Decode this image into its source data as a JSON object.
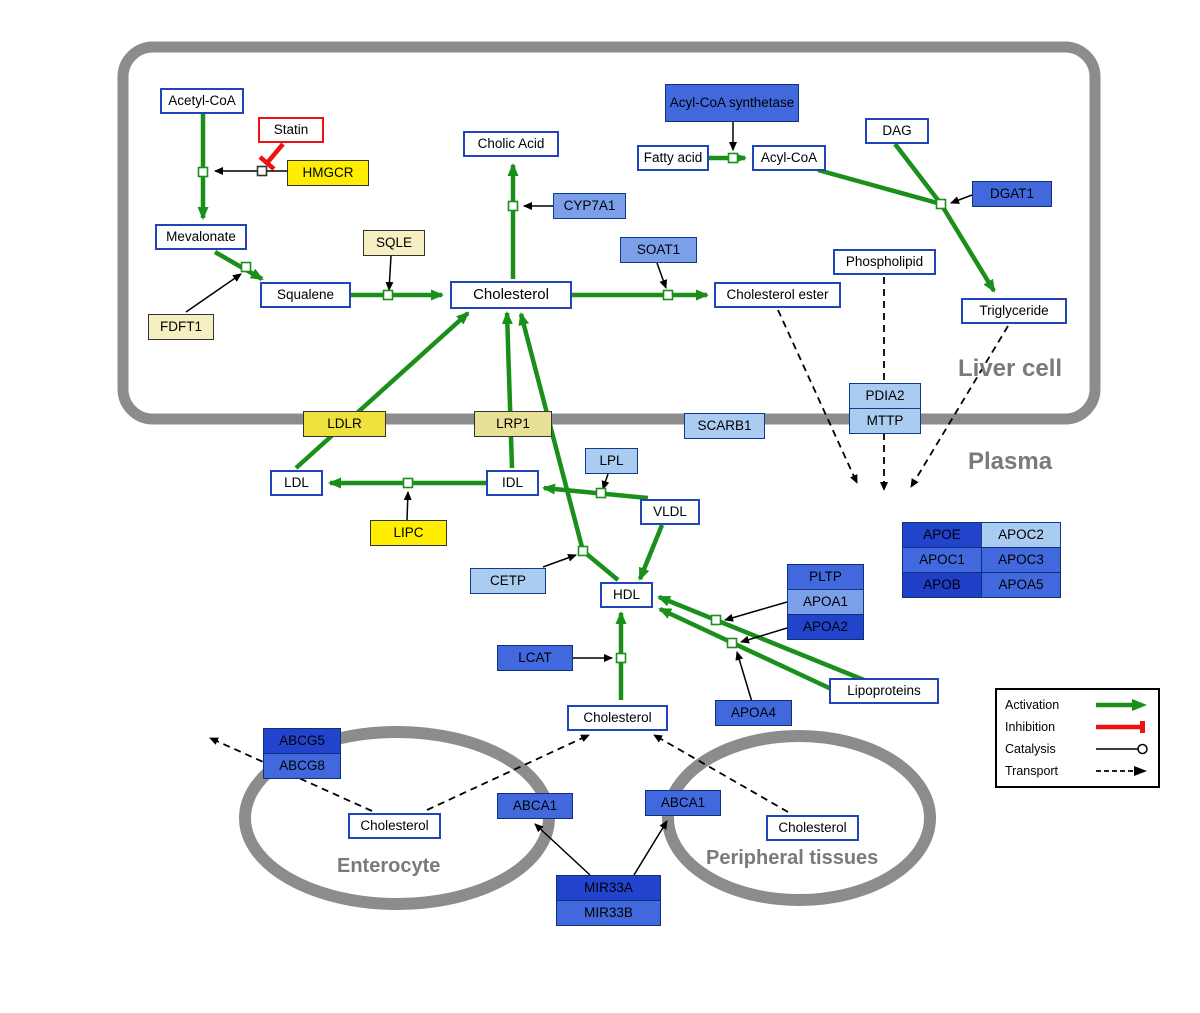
{
  "compartments": {
    "liver": "Liver cell",
    "plasma": "Plasma",
    "enterocyte": "Enterocyte",
    "peripheral": "Peripheral tissues"
  },
  "legend": {
    "activation": "Activation",
    "inhibition": "Inhibition",
    "catalysis": "Catalysis",
    "transport": "Transport"
  },
  "colors": {
    "activation_green": "#1a8f1a",
    "inhibition_red": "#ee1111",
    "metabolite_border_blue": "#2244bb",
    "membrane_gray": "#8c8c8c",
    "gene_yellow": "#ffee00",
    "gene_muted_yellow": "#f0e23c",
    "gene_pale_yellow": "#f5efc2",
    "gene_khaki": "#e8e094",
    "gene_blue_light": "#aaccf0",
    "gene_blue_midlight": "#7b9fe8",
    "gene_blue_mid": "#4169dd",
    "gene_blue_dark": "#2244cc"
  },
  "nodes": {
    "acetyl_coa": {
      "label": "Acetyl-CoA"
    },
    "statin": {
      "label": "Statin"
    },
    "hmgcr": {
      "label": "HMGCR"
    },
    "mevalonate": {
      "label": "Mevalonate"
    },
    "fdft1": {
      "label": "FDFT1"
    },
    "squalene": {
      "label": "Squalene"
    },
    "sqle": {
      "label": "SQLE"
    },
    "cholic_acid": {
      "label": "Cholic Acid"
    },
    "cyp7a1": {
      "label": "CYP7A1"
    },
    "cholesterol_liver": {
      "label": "Cholesterol"
    },
    "soat1": {
      "label": "SOAT1"
    },
    "cholesterol_ester": {
      "label": "Cholesterol ester"
    },
    "acyl_coa_synthetase": {
      "label": "Acyl-CoA synthetase"
    },
    "fatty_acid": {
      "label": "Fatty acid"
    },
    "acyl_coa": {
      "label": "Acyl-CoA"
    },
    "dag": {
      "label": "DAG"
    },
    "dgat1": {
      "label": "DGAT1"
    },
    "phospholipid": {
      "label": "Phospholipid"
    },
    "triglyceride": {
      "label": "Triglyceride"
    },
    "pdia2": {
      "label": "PDIA2"
    },
    "mttp": {
      "label": "MTTP"
    },
    "scarb1": {
      "label": "SCARB1"
    },
    "ldlr": {
      "label": "LDLR"
    },
    "lrp1": {
      "label": "LRP1"
    },
    "ldl": {
      "label": "LDL"
    },
    "idl": {
      "label": "IDL"
    },
    "lpl": {
      "label": "LPL"
    },
    "vldl": {
      "label": "VLDL"
    },
    "lipc": {
      "label": "LIPC"
    },
    "cetp": {
      "label": "CETP"
    },
    "hdl": {
      "label": "HDL"
    },
    "pltp": {
      "label": "PLTP"
    },
    "apoa1": {
      "label": "APOA1"
    },
    "apoa2": {
      "label": "APOA2"
    },
    "lcat": {
      "label": "LCAT"
    },
    "apoa4": {
      "label": "APOA4"
    },
    "lipoproteins": {
      "label": "Lipoproteins"
    },
    "apoe": {
      "label": "APOE"
    },
    "apoc2": {
      "label": "APOC2"
    },
    "apoc1": {
      "label": "APOC1"
    },
    "apoc3": {
      "label": "APOC3"
    },
    "apob": {
      "label": "APOB"
    },
    "apoa5": {
      "label": "APOA5"
    },
    "cholesterol_plasma": {
      "label": "Cholesterol"
    },
    "abcg5": {
      "label": "ABCG5"
    },
    "abcg8": {
      "label": "ABCG8"
    },
    "cholesterol_enterocyte": {
      "label": "Cholesterol"
    },
    "abca1_enterocyte": {
      "label": "ABCA1"
    },
    "abca1_peripheral": {
      "label": "ABCA1"
    },
    "cholesterol_peripheral": {
      "label": "Cholesterol"
    },
    "mir33a": {
      "label": "MIR33A"
    },
    "mir33b": {
      "label": "MIR33B"
    }
  }
}
